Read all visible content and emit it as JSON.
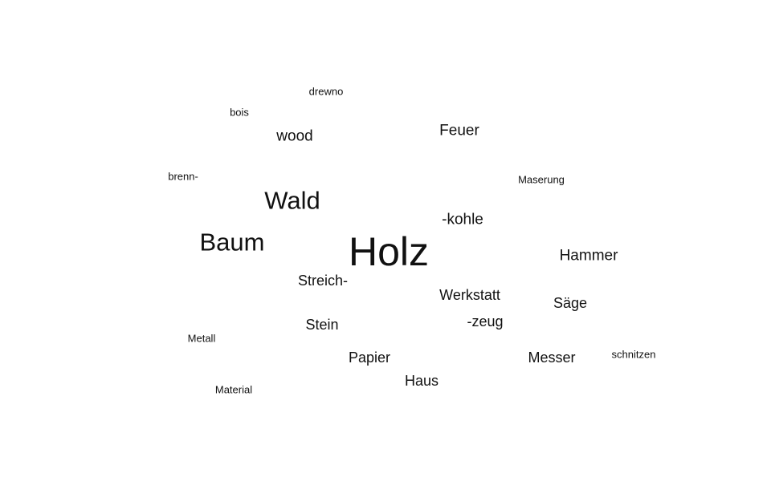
{
  "words": {
    "holz": "Holz",
    "wald": "Wald",
    "baum": "Baum",
    "feuer": "Feuer",
    "wood": "wood",
    "kohle": "-kohle",
    "hammer": "Hammer",
    "streich": "Streich-",
    "werkstatt": "Werkstatt",
    "saege": "Säge",
    "stein": "Stein",
    "zeug": "-zeug",
    "papier": "Papier",
    "messer": "Messer",
    "haus": "Haus",
    "drewno": "drewno",
    "bois": "bois",
    "brenn": "brenn-",
    "maserung": "Maserung",
    "metall": "Metall",
    "schnitzen": "schnitzen",
    "material": "Material"
  },
  "colors": {
    "text": "#111111",
    "background": "#ffffff"
  }
}
